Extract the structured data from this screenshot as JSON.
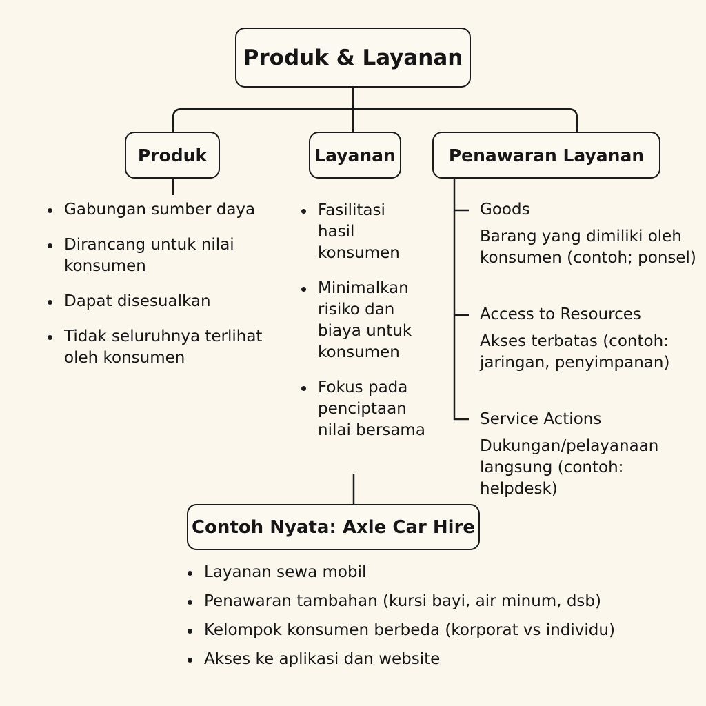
{
  "root": {
    "label": "Produk & Layanan"
  },
  "produk": {
    "label": "Produk",
    "items": [
      "Gabungan sumber daya",
      "Dirancang untuk nilai konsumen",
      "Dapat disesualkan",
      "Tidak seluruhnya terlihat oleh konsumen"
    ]
  },
  "layanan": {
    "label": "Layanan",
    "items": [
      "Fasilitasi hasil konsumen",
      "Minimalkan risiko dan biaya untuk konsumen",
      "Fokus pada penciptaan nilai bersama"
    ]
  },
  "penawaran": {
    "label": "Penawaran Layanan",
    "items": [
      {
        "title": "Goods",
        "desc": "Barang yang dimiliki oleh konsumen (contoh; ponsel)"
      },
      {
        "title": "Access to Resources",
        "desc": "Akses terbatas (contoh: jaringan, penyimpanan)"
      },
      {
        "title": "Service Actions",
        "desc": "Dukungan/pelayanaan langsung (contoh: helpdesk)"
      }
    ]
  },
  "contoh": {
    "label": "Contoh Nyata: Axle Car Hire",
    "items": [
      "Layanan sewa mobil",
      "Penawaran tambahan (kursi bayi, air minum, dsb)",
      "Kelompok konsumen berbeda (korporat vs individu)",
      "Akses ke aplikasi dan website"
    ]
  }
}
